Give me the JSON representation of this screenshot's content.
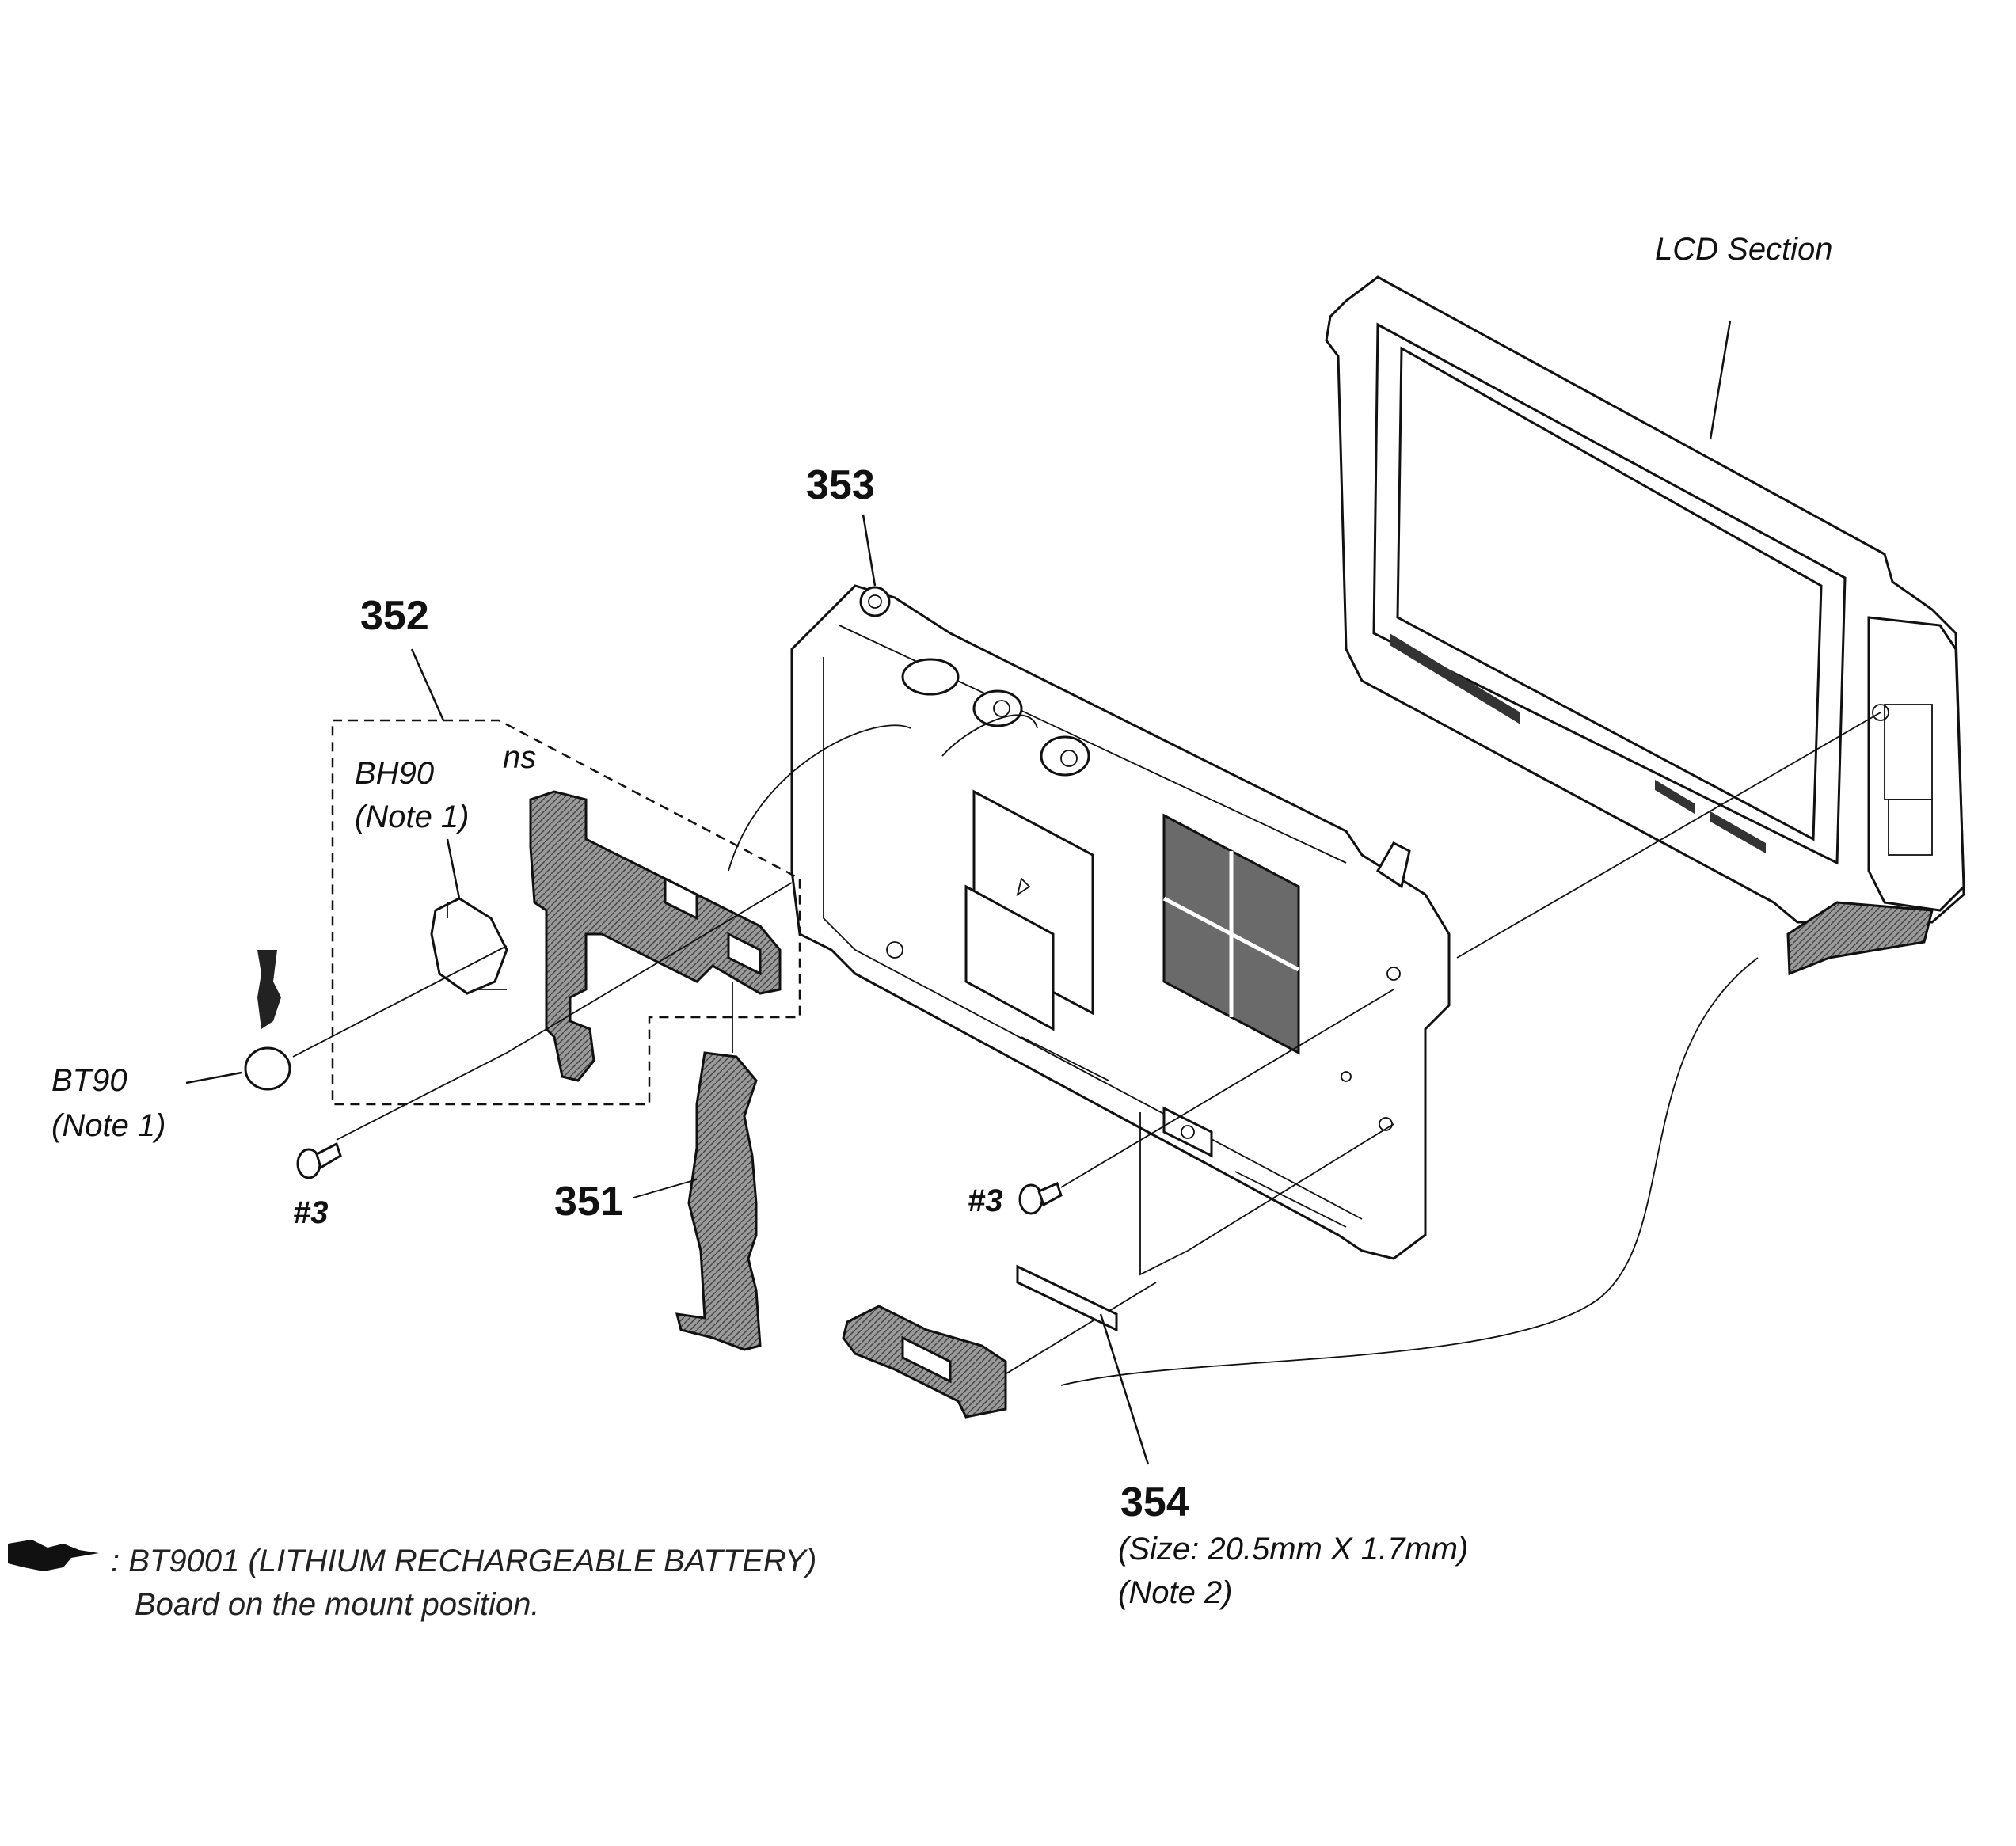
{
  "labels": {
    "lcd_section": "LCD Section",
    "p353": "353",
    "p352": "352",
    "bh90": "BH90",
    "bh90_note": "(Note 1)",
    "ns": "ns",
    "bt90": "BT90",
    "bt90_note": "(Note 1)",
    "screw_left": "#3",
    "screw_right": "#3",
    "p351": "351",
    "p354": "354",
    "p354_size": "(Size: 20.5mm X 1.7mm)",
    "p354_note": "(Note 2)"
  },
  "legend": {
    "line1": ": BT9001 (LITHIUM RECHARGEABLE BATTERY)",
    "line2": "Board on the mount position."
  },
  "icons": {
    "legend_marker": "pointing-hand-icon"
  }
}
